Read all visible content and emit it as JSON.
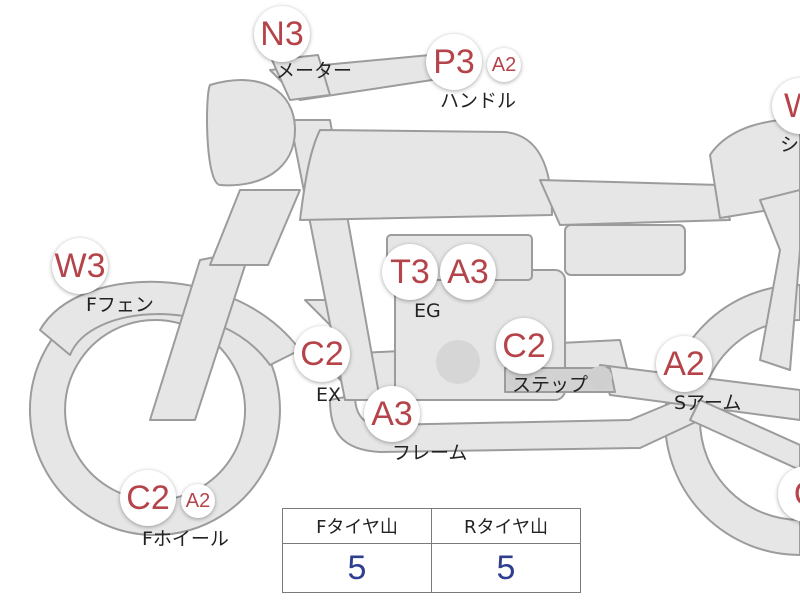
{
  "parts": [
    {
      "id": "meter",
      "label": "メーター",
      "grade": "N3",
      "grade2": ""
    },
    {
      "id": "handle",
      "label": "ハンドル",
      "grade": "P3",
      "grade2": "A2"
    },
    {
      "id": "seat",
      "label": "シ",
      "grade": "W",
      "grade2": ""
    },
    {
      "id": "f-fender",
      "label": "Fフェン",
      "grade": "W3",
      "grade2": ""
    },
    {
      "id": "engine",
      "label": "EG",
      "grade": "T3",
      "grade2": "A3"
    },
    {
      "id": "exhaust",
      "label": "EX",
      "grade": "C2",
      "grade2": ""
    },
    {
      "id": "step",
      "label": "ステップ",
      "grade": "C2",
      "grade2": ""
    },
    {
      "id": "s-arm",
      "label": "Sアーム",
      "grade": "A2",
      "grade2": ""
    },
    {
      "id": "frame",
      "label": "フレーム",
      "grade": "A3",
      "grade2": ""
    },
    {
      "id": "f-wheel",
      "label": "Fホイール",
      "grade": "C2",
      "grade2": "A2"
    },
    {
      "id": "r-wheel",
      "label": "",
      "grade": "C",
      "grade2": ""
    }
  ],
  "tire_table": {
    "headers": [
      "Fタイヤ山",
      "Rタイヤ山"
    ],
    "values": [
      "5",
      "5"
    ]
  },
  "colors": {
    "body_fill": "#e6e6e6",
    "body_stroke": "#9c9c9c",
    "grade_text": "#b5444a",
    "tire_value_text": "#2f3f8f"
  }
}
